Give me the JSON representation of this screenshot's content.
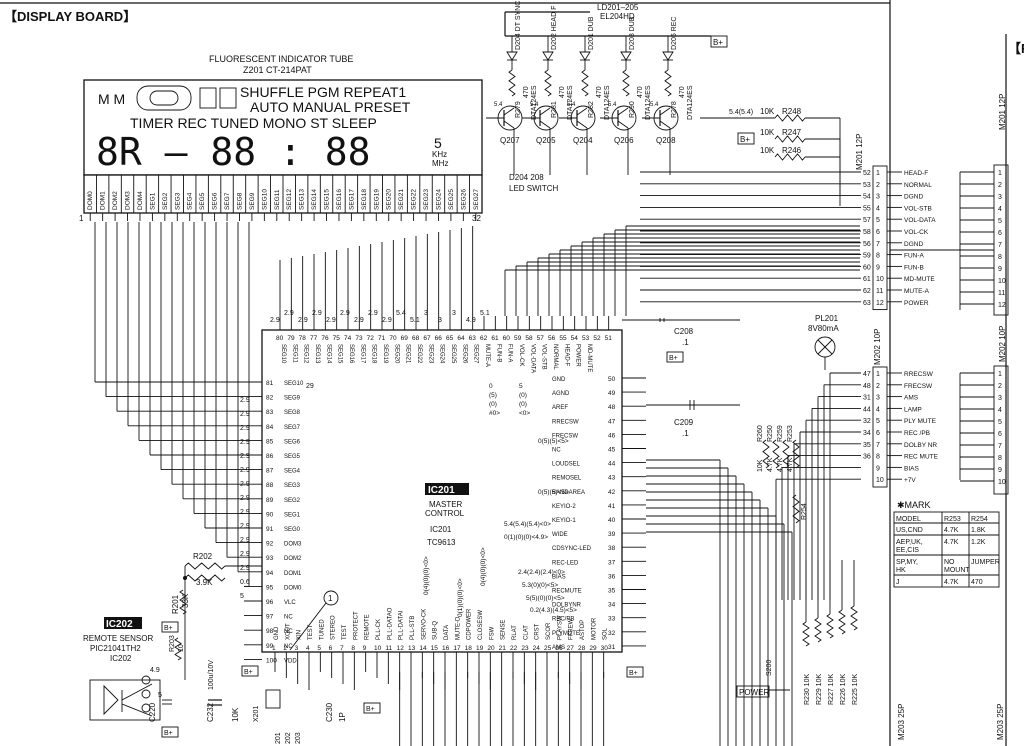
{
  "board_title": "【DISPLAY BOARD】",
  "right_title": "【R",
  "fl_tube": {
    "title": "FLUORESCENT INDICATOR TUBE",
    "part": "Z201 CT-214PAT",
    "row1": "SHUFFLE PGM REPEAT1",
    "row2": "AUTO MANUAL PRESET",
    "row3": "TIMER REC TUNED MONO ST SLEEP",
    "digits": "8R – 88 : 88",
    "unit_khz": "KHz",
    "unit_mhz": "MHz",
    "unit_num": "5",
    "pins": [
      "DOM0",
      "DOM1",
      "DOM2",
      "DOM3",
      "DOM4",
      "SEG1",
      "SEG2",
      "SEG3",
      "SEG4",
      "SEG5",
      "SEG6",
      "SEG7",
      "SEG8",
      "SEG9",
      "SEG10",
      "SEG11",
      "SEG12",
      "SEG13",
      "SEG14",
      "SEG15",
      "SEG16",
      "SEG17",
      "SEG18",
      "SEG19",
      "SEG20",
      "SEG21",
      "SEG22",
      "SEG23",
      "SEG24",
      "SEG25",
      "SEG26",
      "SEG27"
    ],
    "pin_first": "1",
    "pin_last": "32"
  },
  "leds": {
    "label": "LD201–205",
    "sublabel": "EL204HD",
    "names": [
      "D204 DT SYNC",
      "D202 HEAD F",
      "D201 DUB",
      "D203 DUB",
      "D205 REC"
    ]
  },
  "transistors": {
    "refs": [
      "Q207",
      "Q205",
      "Q204",
      "Q206",
      "Q208"
    ],
    "type": "DTA124ES",
    "res_refs": [
      "R279",
      "R281",
      "R282",
      "R290",
      "R278"
    ],
    "res_val": "470"
  },
  "led_switch": {
    "line1": "D204   208",
    "line2": "LED SWITCH"
  },
  "resistors_top": [
    {
      "ref": "R248",
      "val": "10K"
    },
    {
      "ref": "R247",
      "val": "10K"
    },
    {
      "ref": "R246",
      "val": "10K"
    }
  ],
  "bplus": "B+",
  "voltage_54": "5.4(5.4)",
  "connector1": {
    "ref": "M201 12P",
    "pins_left": [
      "52",
      "53",
      "54",
      "55",
      "57",
      "58",
      "56",
      "59",
      "60",
      "61",
      "62",
      "63"
    ],
    "signals": [
      "HEAD-F",
      "NORMAL",
      "DGND",
      "VOL-STB",
      "VOL-DATA",
      "VOL-CK",
      "DGND",
      "FUN-A",
      "FUN-B",
      "MD-MUTE",
      "MUTE-A",
      "POWER"
    ],
    "nums": [
      "1",
      "2",
      "3",
      "4",
      "5",
      "6",
      "7",
      "8",
      "9",
      "10",
      "11",
      "12"
    ]
  },
  "connector2": {
    "ref": "M202 10P",
    "pins_left": [
      "47",
      "48",
      "31",
      "44",
      "32",
      "34",
      "35",
      "36",
      "",
      ""
    ],
    "signals": [
      "RRECSW",
      "FRECSW",
      "AMS",
      "LAMP",
      "PLY MUTE",
      "REC /PB",
      "DOLBY NR",
      "REC MUTE",
      "BIAS",
      "+7V"
    ],
    "nums": [
      "1",
      "2",
      "3",
      "4",
      "5",
      "6",
      "7",
      "8",
      "9",
      "10"
    ]
  },
  "connector3": {
    "ref": "M203 25P"
  },
  "ic201": {
    "ref": "IC201",
    "line1": "MASTER",
    "line2": "CONTROL",
    "line3": "IC201",
    "line4": "TC9613",
    "top_pins": [
      "80",
      "79",
      "78",
      "77",
      "76",
      "75",
      "74",
      "73",
      "72",
      "71",
      "70",
      "69",
      "68",
      "67",
      "66",
      "65",
      "64",
      "63",
      "62",
      "61",
      "60",
      "59",
      "58",
      "57",
      "56",
      "55",
      "54",
      "53",
      "52",
      "51"
    ],
    "top_names": [
      "SEG10",
      "SEG11",
      "SEG12",
      "SEG13",
      "SEG14",
      "SEG15",
      "SEG16",
      "SEG17",
      "SEG18",
      "SEG19",
      "SEG20",
      "SEG21",
      "SEG22",
      "SEG23",
      "SEG24",
      "SEG25",
      "SEG26",
      "SEG27",
      "MUTE-A",
      "FUN-B",
      "FUN-A",
      "VOL-CK",
      "VOL-DATA",
      "VOL-STB",
      "NORMAL",
      "HEAD-F",
      "POWER",
      "MD-MUTE",
      "",
      ""
    ],
    "left_pins": [
      "81",
      "82",
      "83",
      "84",
      "85",
      "86",
      "87",
      "88",
      "89",
      "90",
      "91",
      "92",
      "93",
      "94",
      "95",
      "96",
      "97",
      "98",
      "99",
      "100"
    ],
    "left_names": [
      "SEG10",
      "SEG9",
      "SEG8",
      "SEG7",
      "SEG6",
      "SEG5",
      "SEG4",
      "SEG3",
      "SEG2",
      "SEG1",
      "SEG0",
      "DOM3",
      "DOM2",
      "DOM1",
      "DOM0",
      "VLC",
      "NC",
      "NC",
      "NC",
      "VDD"
    ],
    "right_pins": [
      "50",
      "49",
      "48",
      "47",
      "46",
      "45",
      "44",
      "43",
      "42",
      "41",
      "40",
      "39",
      "38",
      "37",
      "36",
      "35",
      "34",
      "33",
      "32",
      "31"
    ],
    "right_names": [
      "GND",
      "AGND",
      "AREF",
      "RRECSW",
      "FRECSW",
      "NC",
      "LOUDSEL",
      "REMOSEL",
      "BANDAREA",
      "KEYIO-2",
      "KEYIO-1",
      "WIDE",
      "CDSYNC-LED",
      "REC-LED",
      "BIAS",
      "RECMUTE",
      "DOLBYNR",
      "REC/PB",
      "PLYMUTE",
      "AMS"
    ],
    "bottom_pins": [
      "1",
      "2",
      "3",
      "4",
      "5",
      "6",
      "7",
      "8",
      "9",
      "10",
      "11",
      "12",
      "13",
      "14",
      "15",
      "16",
      "17",
      "18",
      "19",
      "20",
      "21",
      "22",
      "23",
      "24",
      "25",
      "26",
      "27",
      "28",
      "29",
      "30"
    ],
    "bottom_names": [
      "GND",
      "XOUT",
      "XIN",
      "TEST",
      "TUNED",
      "STEREO",
      "TEST",
      "PROTECT",
      "REMOTE",
      "PLL-CK",
      "PLL-DATAO",
      "PLL-DATAI",
      "PLL-STB",
      "SERVO-CK",
      "SUB-Q",
      "DATA",
      "MUTE-D",
      "CDPOWER",
      "CLOSESW",
      "FSW",
      "SENSE",
      "RLAT",
      "CLAT",
      "CRST",
      "SCOR",
      "PLAYSW",
      "FFREW",
      "ASTOP",
      "MOTOR",
      "SOL"
    ],
    "top_volts": [
      "2.9",
      "2.9",
      "2.9",
      "2.9",
      "2.9",
      "2.9",
      "2.9",
      "2.9",
      "2.9",
      "5.4",
      "5.1",
      "3",
      "3",
      "3",
      "4.9",
      "5.1"
    ],
    "left_volts": [
      "2.9",
      "2.9",
      "2.9",
      "2.9",
      "2.9",
      "2.9",
      "2.9",
      "2.9",
      "2.9",
      "2.9",
      "2.9",
      "2.9",
      "2.9",
      "0.6",
      "5"
    ],
    "pin82_volt": "29",
    "notes_left": [
      "0(5)(5)<5>",
      "0(5)(5)<5>",
      "5.4(5.4)(5.4)<0>",
      "0(1)(0)(0)<4.9>"
    ],
    "notes_right": [
      "2.4(2.4)(2.4)<0>",
      "5.3(0)(0)<5>",
      "5(5)(0)(0)<5>",
      "0.2(4.3)(4.5)<5>"
    ],
    "inner_note": [
      "5",
      "(0)",
      "(0)",
      "<0>"
    ],
    "inner_note2": [
      "0",
      "(5)",
      "(0)",
      "#0>"
    ],
    "bottom_note1": "0(4)(0)(0)<0>",
    "bottom_note2": "0(1)(0)(0)<0>",
    "bottom_note3": "0(4)(0)(0)<0>",
    "circle_mark": "1"
  },
  "ic202": {
    "ref": "IC202",
    "title": "REMOTE SENSOR",
    "part": "PIC21041TH2",
    "sub": "IC202"
  },
  "parts": {
    "r202": "R202",
    "r202_val": "3.9K",
    "r201": "R201",
    "r201_val": "33K",
    "r203": "R203",
    "r203_val": "10",
    "c220": "C220",
    "c232": "C232",
    "c232_val": "100u/10V",
    "c208": "C208",
    "c208_val": ".1",
    "c209": "C209",
    "c209_val": ".1",
    "c230": "C230",
    "c230_val": "1P",
    "r_10k": "10K",
    "x201": "X201",
    "v49": "4.9",
    "v5": "5",
    "pl201": "PL201",
    "pl201_val": "8V80mA",
    "power_label": "POWER",
    "s200": "S200",
    "r_bottom": [
      "R230 10K",
      "R229 10K",
      "R227 10K",
      "R226 10K",
      "R225 10K"
    ],
    "r_mid": [
      "R260",
      "R250",
      "R259",
      "R253"
    ],
    "r_mid_vals": [
      "10K",
      "4.7K",
      "4.7K",
      "4.7K"
    ],
    "r254": "R254",
    "bottom_refs": [
      "201",
      "202",
      "203"
    ]
  },
  "mark_table": {
    "title": "✱MARK",
    "header": [
      "MODEL",
      "R253",
      "R254"
    ],
    "rows": [
      [
        "US,CND",
        "4.7K",
        "1.8K"
      ],
      [
        "AEP,UK, EE,CIS",
        "4.7K",
        "1.2K"
      ],
      [
        "SP,MY, HK",
        "NO MOUNT",
        "JUMPER"
      ],
      [
        "J",
        "4.7K",
        "470"
      ]
    ]
  }
}
